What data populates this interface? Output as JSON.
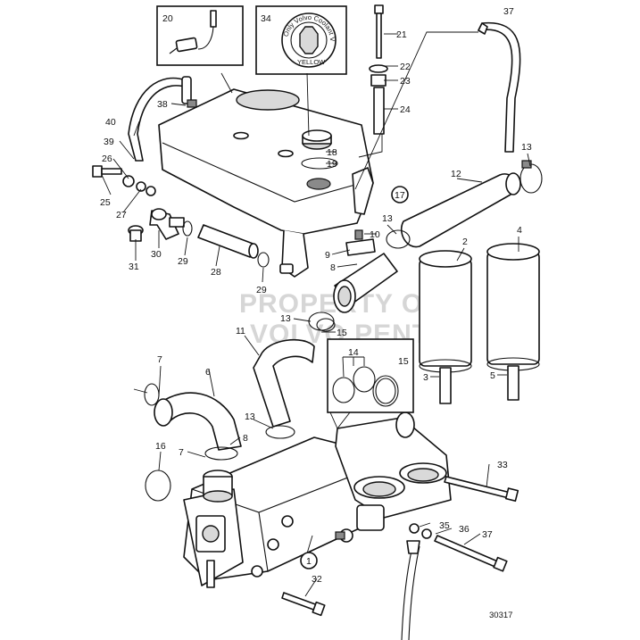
{
  "watermark": {
    "line1": "PROPERTY OF",
    "line2": "VOLVO PENTA"
  },
  "reference_number": "30317",
  "cap_inscription": {
    "ring_text": "Only Volvo Coolant VCS",
    "color_word": "YELLOW"
  },
  "labels": {
    "l1": "1",
    "l2": "2",
    "l3": "3",
    "l4": "4",
    "l5": "5",
    "l6": "6",
    "l7a": "7",
    "l7b": "7",
    "l8a": "8",
    "l8b": "8",
    "l9": "9",
    "l10": "10",
    "l11": "11",
    "l12": "12",
    "l13a": "13",
    "l13b": "13",
    "l13c": "13",
    "l13d": "13",
    "l14": "14",
    "l15a": "15",
    "l15b": "15",
    "l16": "16",
    "l17": "17",
    "l18": "18",
    "l19": "19",
    "l20": "20",
    "l21": "21",
    "l22": "22",
    "l23": "23",
    "l24": "24",
    "l25": "25",
    "l26": "26",
    "l27": "27",
    "l28": "28",
    "l29a": "29",
    "l29b": "29",
    "l30": "30",
    "l31": "31",
    "l32": "32",
    "l33": "33",
    "l34": "34",
    "l35": "35",
    "l36": "36",
    "l37a": "37",
    "l37b": "37",
    "l38": "38",
    "l39": "39",
    "l40": "40"
  }
}
